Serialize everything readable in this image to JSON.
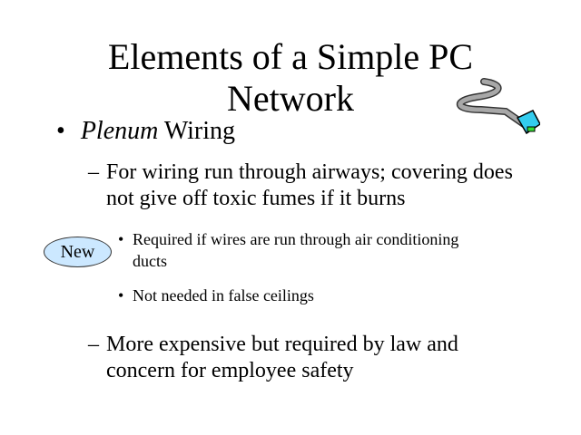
{
  "slide": {
    "title_line1": "Elements of a Simple PC",
    "title_line2": "Network",
    "bullet1_italic": "Plenum",
    "bullet1_rest": " Wiring",
    "sub1_line1": "For wiring run through airways; covering does",
    "sub1_line2": "not give off toxic fumes if it burns",
    "sub1_items": [
      {
        "line1": "Required if wires are run through air conditioning",
        "line2": "ducts"
      },
      {
        "line1": "Not needed in false ceilings"
      }
    ],
    "sub2_line1": "More expensive but required by law and",
    "sub2_line2": "concern for employee safety",
    "callout": "New",
    "bullet_glyph": "•",
    "dash_glyph": "–",
    "icon": "network-cable-icon"
  }
}
